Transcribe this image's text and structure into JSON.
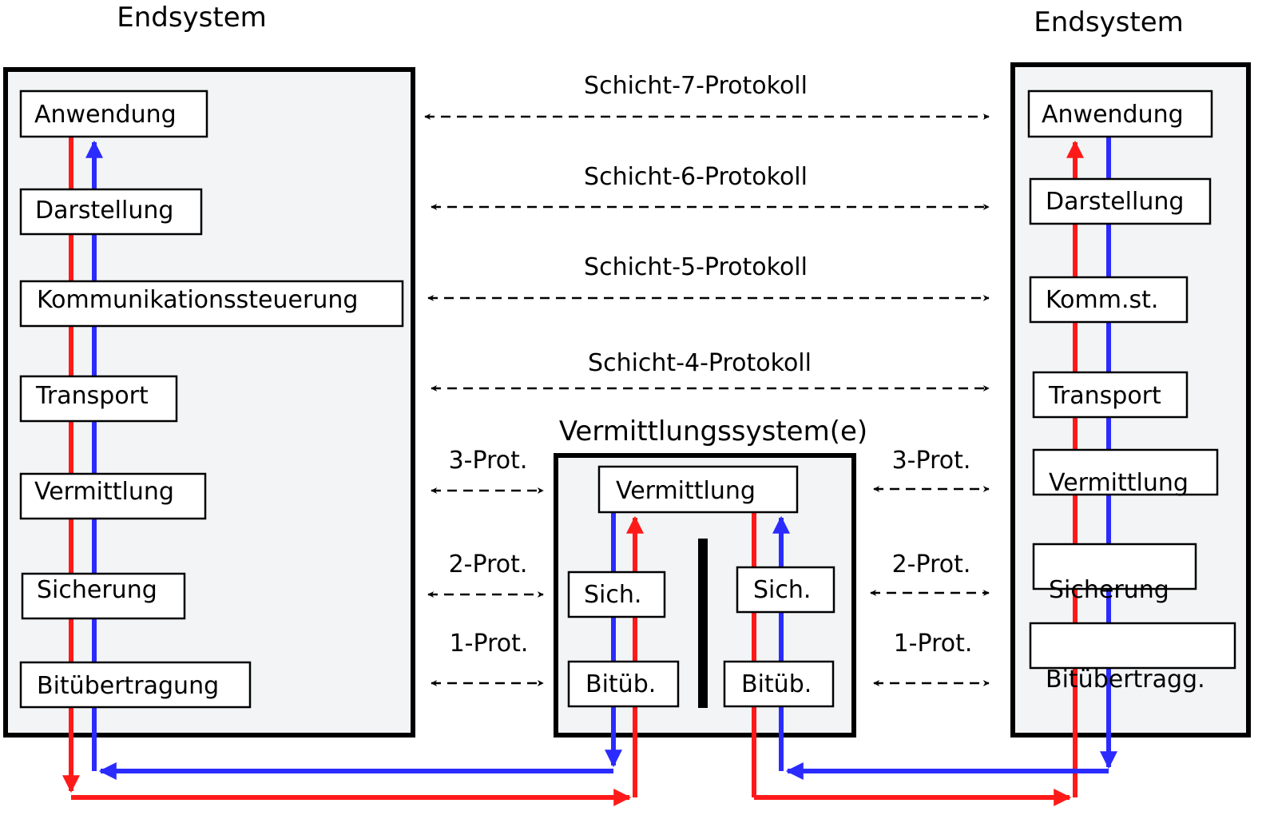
{
  "colors": {
    "send_path": "#ff1a1a",
    "receive_path": "#2b2bff",
    "system_background": "#f2f4f5",
    "layer_background": "#ffffff",
    "stroke": "#000000"
  },
  "left_endsystem": {
    "title": "Endsystem",
    "layers": [
      "Anwendung",
      "Darstellung",
      "Kommunikationssteuerung",
      "Transport",
      "Vermittlung",
      "Sicherung",
      "Bitübertragung"
    ]
  },
  "right_endsystem": {
    "title": "Endsystem",
    "layers": [
      "Anwendung",
      "Darstellung",
      "Komm.st.",
      "Transport",
      "Vermittlung",
      "Sicherung",
      "Bitübertragg."
    ]
  },
  "relay_system": {
    "title": "Vermittlungssystem(e)",
    "top_layer": "Vermittlung",
    "left_stack": [
      "Sich.",
      "Bitüb."
    ],
    "right_stack": [
      "Sich.",
      "Bitüb."
    ]
  },
  "protocols": {
    "layer7": "Schicht-7-Protokoll",
    "layer6": "Schicht-6-Protokoll",
    "layer5": "Schicht-5-Protokoll",
    "layer4": "Schicht-4-Protokoll",
    "layer3_left": "3-Prot.",
    "layer3_right": "3-Prot.",
    "layer2_left": "2-Prot.",
    "layer2_right": "2-Prot.",
    "layer1_left": "1-Prot.",
    "layer1_right": "1-Prot."
  }
}
